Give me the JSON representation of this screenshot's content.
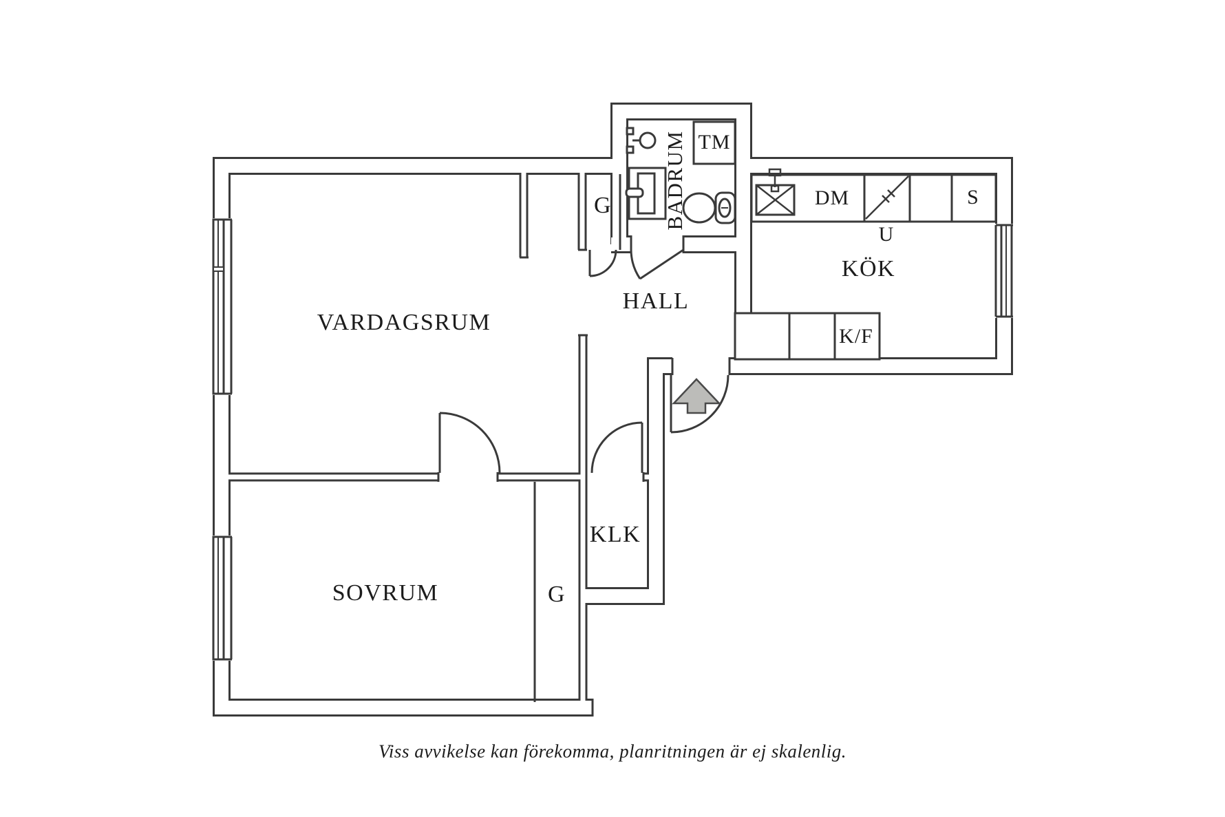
{
  "plan": {
    "labels": {
      "vardagsrum": "VARDAGSRUM",
      "sovrum": "SOVRUM",
      "hall": "HALL",
      "kok": "KÖK",
      "klk": "KLK",
      "badrum": "BADRUM",
      "closet_top": "G",
      "closet_sovrum": "G",
      "tm": "TM",
      "dm": "DM",
      "u": "U",
      "s": "S",
      "kf": "K/F"
    },
    "caption": "Viss avvikelse kan förekomma, planritningen är ej skalenlig.",
    "colors": {
      "wall_line": "#3a3a3a",
      "text": "#1c1c1c",
      "arrow_fill": "#bcbcb9",
      "arrow_stroke": "#4a4a4a",
      "background": "#ffffff"
    }
  }
}
